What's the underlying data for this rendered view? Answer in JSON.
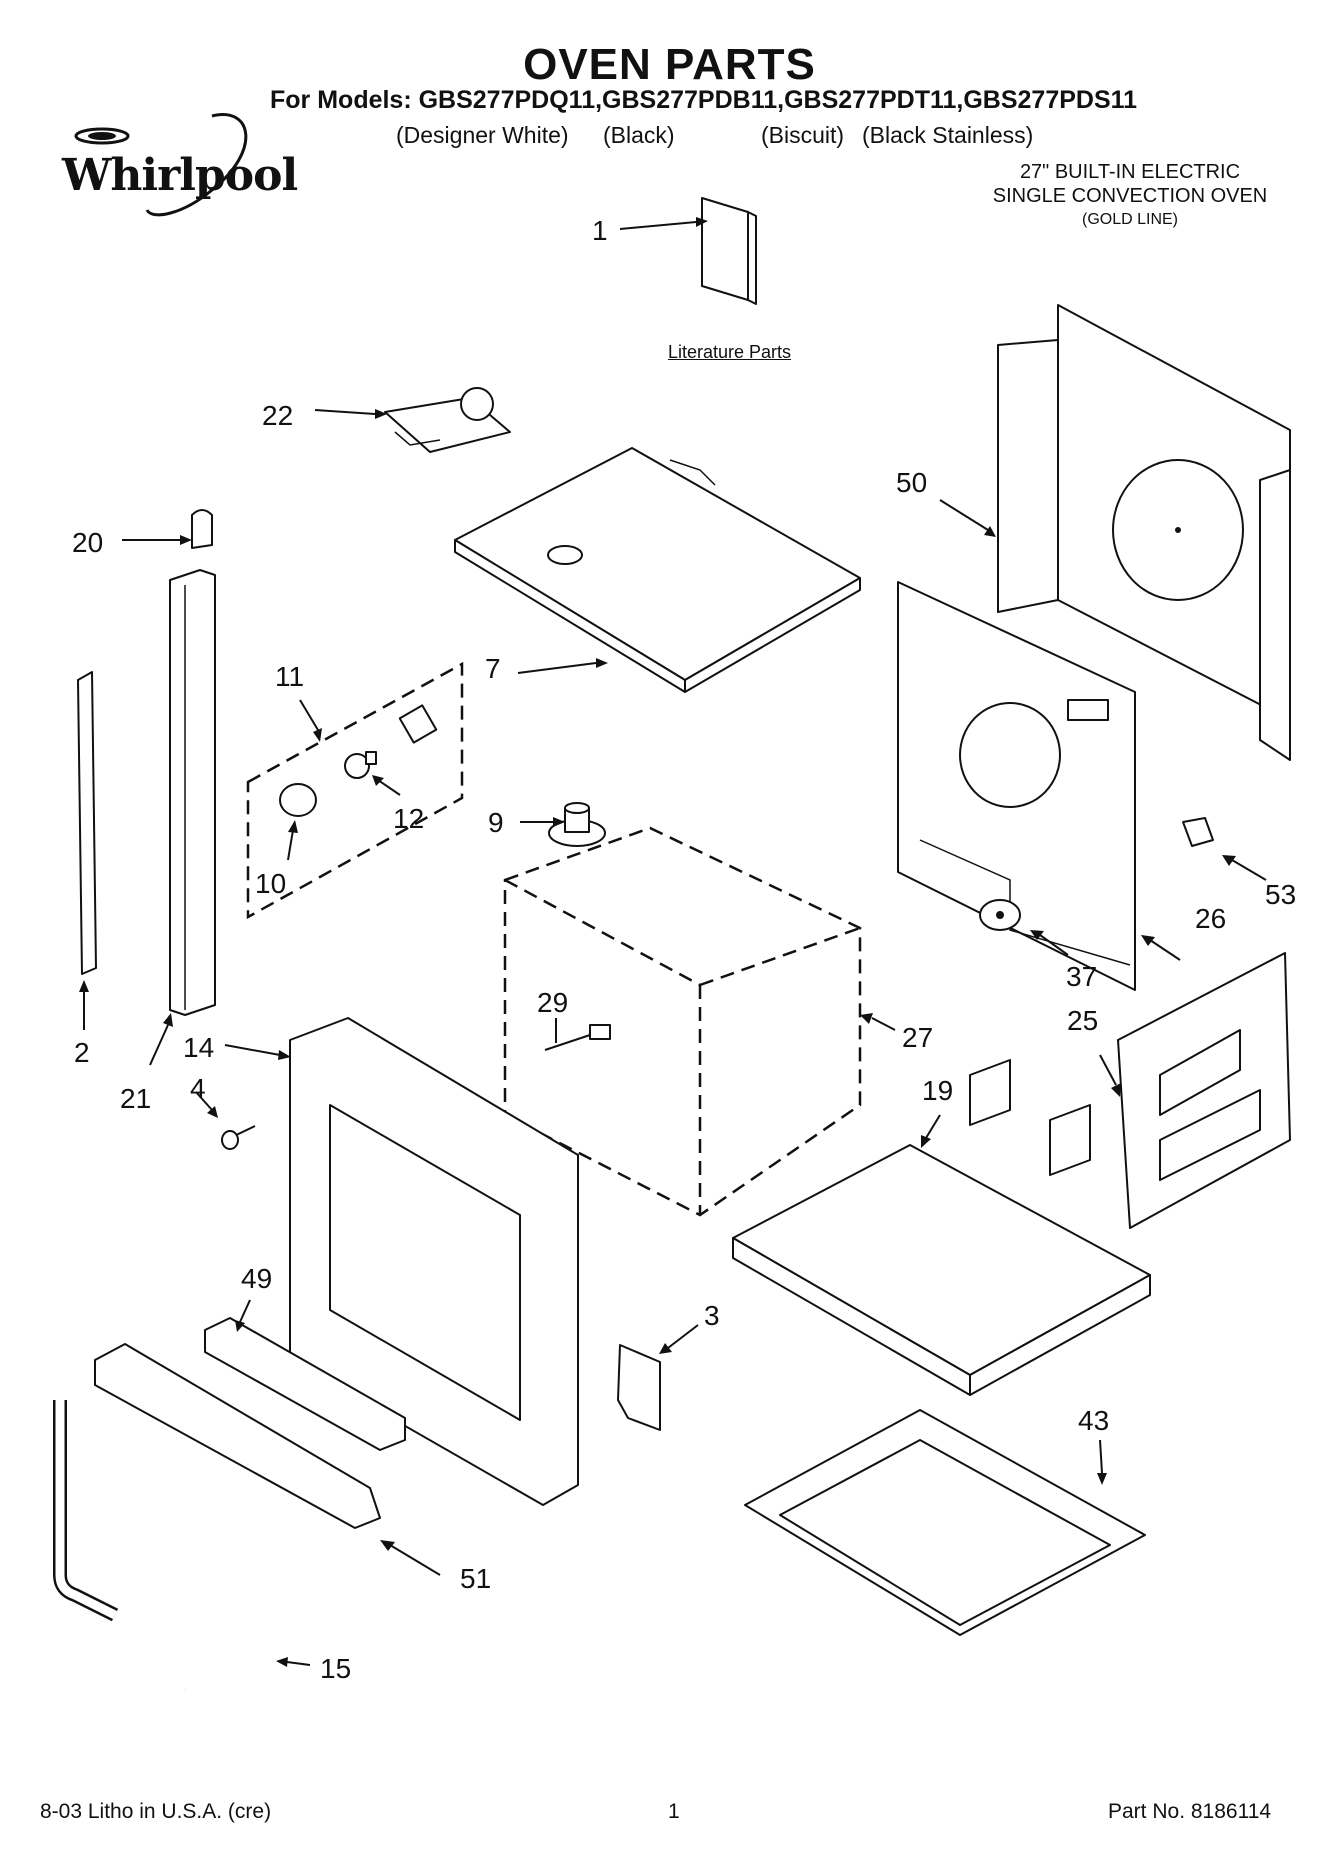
{
  "header": {
    "title": "OVEN PARTS",
    "models_line": "For Models: GBS277PDQ11,GBS277PDB11,GBS277PDT11,GBS277PDS11",
    "variants": [
      "(Designer White)",
      "(Black)",
      "(Biscuit)",
      "(Black Stainless)"
    ],
    "brand": "Whirlpool",
    "product_line1": "27\" BUILT-IN ELECTRIC",
    "product_line2": "SINGLE CONVECTION OVEN",
    "product_line3": "(GOLD LINE)"
  },
  "literature_label": "Literature Parts",
  "callouts": [
    "1",
    "22",
    "50",
    "20",
    "11",
    "7",
    "12",
    "9",
    "10",
    "53",
    "26",
    "37",
    "29",
    "27",
    "2",
    "14",
    "21",
    "4",
    "25",
    "19",
    "49",
    "3",
    "43",
    "51",
    "15"
  ],
  "footer": {
    "left": "8-03 Litho in U.S.A. (cre)",
    "center": "1",
    "right": "Part No. 8186114"
  }
}
